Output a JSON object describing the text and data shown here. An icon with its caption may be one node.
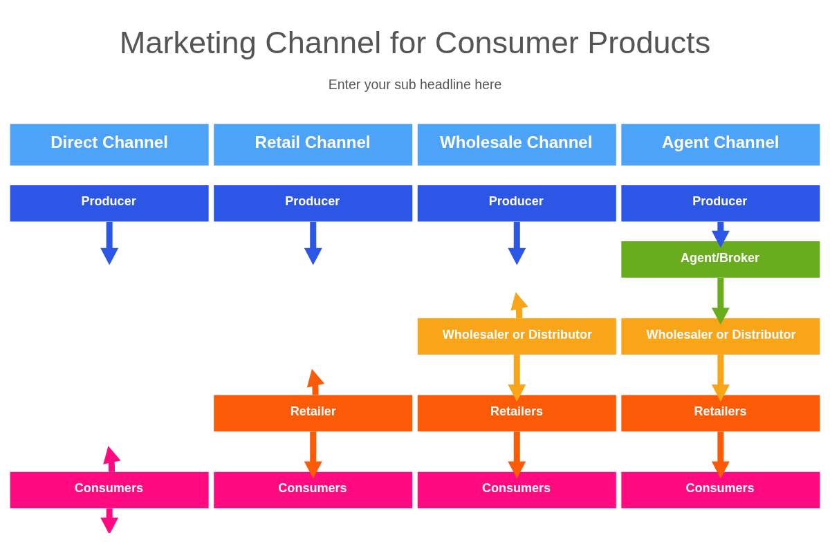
{
  "diagram": {
    "title": "Marketing Channel for Consumer Products",
    "nodes": [
      {
        "text": [
          "Direct Channel"
        ]
      },
      {
        "text": [
          "Retail Channel"
        ]
      },
      {
        "text": [
          "Wholesale Channel"
        ]
      },
      {
        "text": [
          "Agent Channel"
        ]
      },
      {
        "text": [
          "Producer"
        ]
      },
      {
        "text": [
          "Producer"
        ]
      },
      {
        "text": [
          "Producer"
        ]
      },
      {
        "text": [
          "Producer"
        ]
      },
      {
        "text": [
          "Agent/Broker"
        ]
      },
      {
        "text": [
          "Wholesaler or Distributor"
        ]
      },
      {
        "text": [
          "Wholesaler or Distributor"
        ]
      },
      {
        "text": [
          "Retailer"
        ]
      },
      {
        "text": [
          "Retailers"
        ]
      },
      {
        "text": [
          "Retailers"
        ]
      },
      {
        "text": [
          "Consumers"
        ]
      },
      {
        "text": [
          "Consumers"
        ]
      },
      {
        "text": [
          "Consumers"
        ]
      },
      {
        "text": [
          "Consumers"
        ]
      }
    ],
    "edges": [
      {
        "from": 4,
        "to": null,
        "arrow": "to",
        "color": "#2c57e6"
      },
      {
        "from": 14,
        "to": null,
        "arrow": "to",
        "color": "#ff0a80"
      },
      {
        "from": 14,
        "to": null,
        "arrow": "to",
        "color": "#ff0a80"
      },
      {
        "from": 5,
        "to": null,
        "arrow": "to",
        "color": "#2c57e6"
      },
      {
        "from": 11,
        "to": null,
        "arrow": "to",
        "color": "#fb5a07"
      },
      {
        "from": 11,
        "to": 15,
        "arrow": "to",
        "color": "#fb5a07"
      },
      {
        "from": 6,
        "to": null,
        "arrow": "to",
        "color": "#2c57e6"
      },
      {
        "from": 9,
        "to": null,
        "arrow": "to",
        "color": "#f8a51a"
      },
      {
        "from": 9,
        "to": 12,
        "arrow": "to",
        "color": "#f8a51a"
      },
      {
        "from": 12,
        "to": 16,
        "arrow": "to",
        "color": "#fb5a07"
      },
      {
        "from": 7,
        "to": 8,
        "arrow": "to",
        "color": "#2c57e6"
      },
      {
        "from": 8,
        "to": 10,
        "arrow": "to",
        "color": "#69ad1e"
      },
      {
        "from": 10,
        "to": 13,
        "arrow": "to",
        "color": "#f8a51a"
      },
      {
        "from": 13,
        "to": 17,
        "arrow": "to",
        "color": "#fb5a07"
      }
    ],
    "labels": [
      "Enter your sub headline here"
    ]
  }
}
